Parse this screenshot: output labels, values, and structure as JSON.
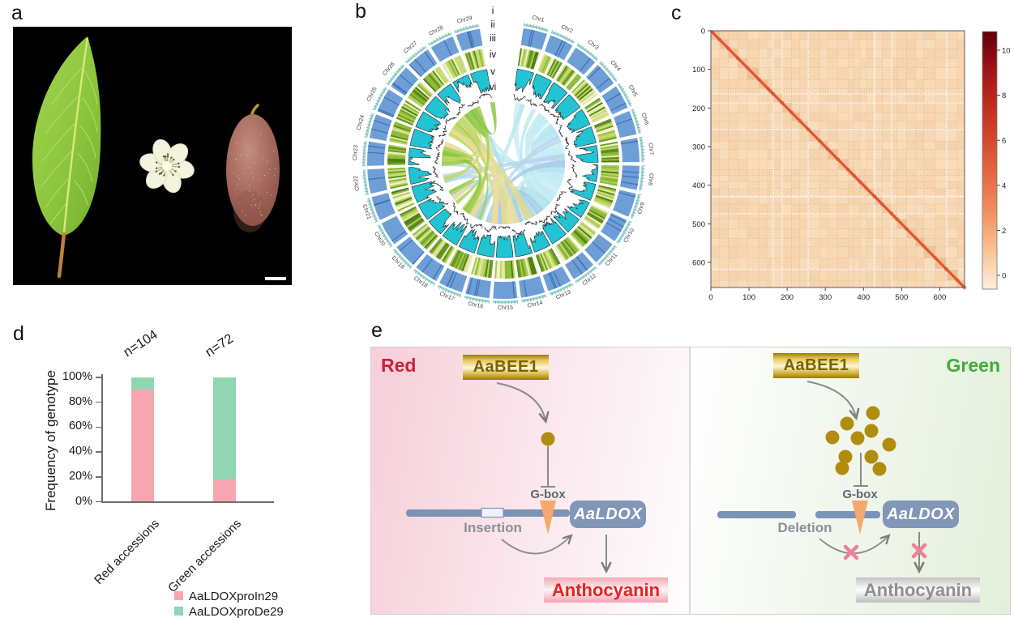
{
  "panels": {
    "a": {
      "label": "a"
    },
    "b": {
      "label": "b",
      "track_labels": [
        "i",
        "ii",
        "iii",
        "iv",
        "v",
        "vi"
      ]
    },
    "c": {
      "label": "c"
    },
    "d": {
      "label": "d"
    },
    "e": {
      "label": "e",
      "left": {
        "title": "Red",
        "tf": "AaBEE1",
        "gbox": "G-box",
        "variant": "Insertion",
        "gene": "AaLDOX",
        "product": "Anthocyanin"
      },
      "right": {
        "title": "Green",
        "tf": "AaBEE1",
        "gbox": "G-box",
        "variant": "Deletion",
        "gene": "AaLDOX",
        "product": "Anthocyanin"
      }
    }
  },
  "chart_data": [
    {
      "id": "b-circos",
      "type": "circos",
      "title": "Genome overview circos plot",
      "categories": [
        "Chr1",
        "Chr2",
        "Chr3",
        "Chr4",
        "Chr5",
        "Chr6",
        "Chr7",
        "Chr8",
        "Chr9",
        "Chr10",
        "Chr11",
        "Chr12",
        "Chr13",
        "Chr14",
        "Chr15",
        "Chr16",
        "Chr17",
        "Chr18",
        "Chr19",
        "Chr20",
        "Chr21",
        "Chr22",
        "Chr23",
        "Chr24",
        "Chr25",
        "Chr26",
        "Chr27",
        "Chr28",
        "Chr29"
      ],
      "tracks": [
        {
          "label": "i",
          "description": "chromosome scale ruler"
        },
        {
          "label": "ii",
          "description": "blue block track with dark stripes"
        },
        {
          "label": "iii",
          "description": "green-yellow density heatmap"
        },
        {
          "label": "iv",
          "description": "cyan histogram pointing inward"
        },
        {
          "label": "v",
          "description": "black line track"
        },
        {
          "label": "vi",
          "description": "synteny link ribbons"
        }
      ]
    },
    {
      "id": "c-hic-heatmap",
      "type": "heatmap",
      "title": "Hi-C contact map",
      "x_ticks": [
        0,
        100,
        200,
        300,
        400,
        500,
        600
      ],
      "y_ticks": [
        0,
        100,
        200,
        300,
        400,
        500,
        600
      ],
      "axis_range": [
        0,
        665
      ],
      "colorbar_ticks": [
        10,
        8,
        6,
        4,
        2,
        0
      ],
      "colorbar_range": [
        0,
        10
      ],
      "description": "orange contact matrix with dark red diagonal"
    },
    {
      "id": "d-genotype-bars",
      "type": "bar",
      "stacked": true,
      "ylabel": "Frequency of genotype",
      "y_ticks": [
        "0%",
        "20%",
        "40%",
        "60%",
        "80%",
        "100%"
      ],
      "ylim": [
        0,
        100
      ],
      "categories": [
        "Red accessions",
        "Green accessions"
      ],
      "n_labels": [
        "n=104",
        "n=72"
      ],
      "series": [
        {
          "name": "AaLDOXproIn29",
          "color": "#f5a6b0",
          "values": [
            90,
            18
          ]
        },
        {
          "name": "AaLDOXproDe29",
          "color": "#8fd7b2",
          "values": [
            10,
            82
          ]
        }
      ]
    }
  ],
  "colors": {
    "bar_pink": "#f5a6b0",
    "bar_green": "#8fd7b2",
    "circos_blue": "#6d9ed6",
    "circos_blue_dark": "#3e6cb0",
    "circos_cyan": "#22c3d3",
    "circos_scale": "#9ed6d2",
    "heatmap_bg": "#f9dcba",
    "heatmap_diag": "#df5530",
    "gold": "#b08c10",
    "gene_blue": "#8097b7",
    "line_blue": "#7b94b6",
    "triangle_orange": "#f4a96d",
    "red_title": "#cc1f3c",
    "green_title": "#3fae3a",
    "x_mark_pink": "#ef8099",
    "arrow_gray": "#8a8a8a"
  }
}
